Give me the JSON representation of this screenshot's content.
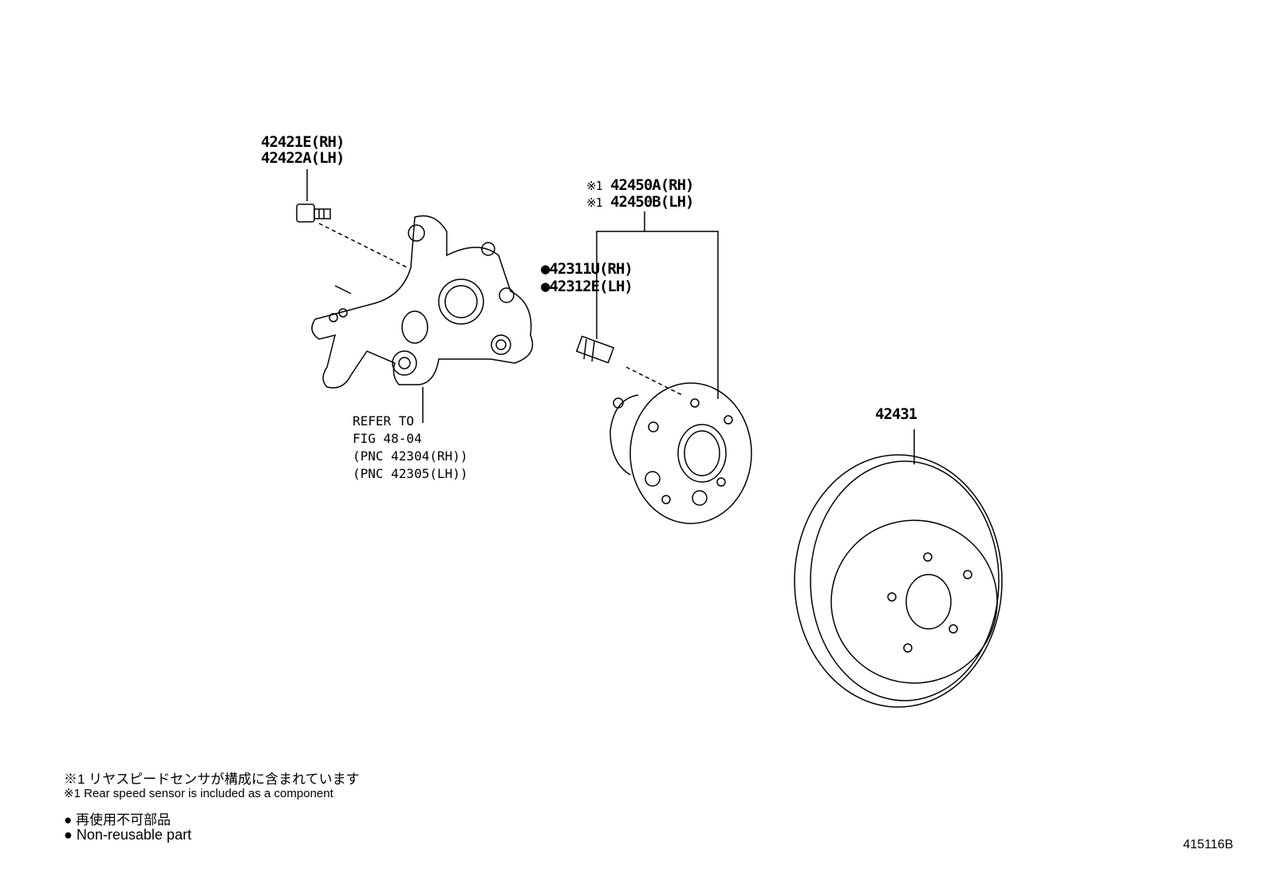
{
  "parts": {
    "bolt_rh": "42421E(RH)",
    "bolt_lh": "42422A(LH)",
    "hub_rh": "42450A(RH)",
    "hub_lh": "42450B(LH)",
    "hub_mark": "※1",
    "stud_rh": "42311U(RH)",
    "stud_lh": "42312E(LH)",
    "stud_mark": "●",
    "disc": "42431"
  },
  "refer": {
    "line1": "REFER TO",
    "line2": "FIG 48-04",
    "line3": "(PNC 42304(RH))",
    "line4": "(PNC 42305(LH))"
  },
  "legend": {
    "note1_jp": "※1 リヤスピードセンサが構成に含まれています",
    "note1_en": "※1 Rear speed sensor is included as a component",
    "note2_jp": "● 再使用不可部品",
    "note2_en": "● Non-reusable part"
  },
  "figure_id": "415116B"
}
